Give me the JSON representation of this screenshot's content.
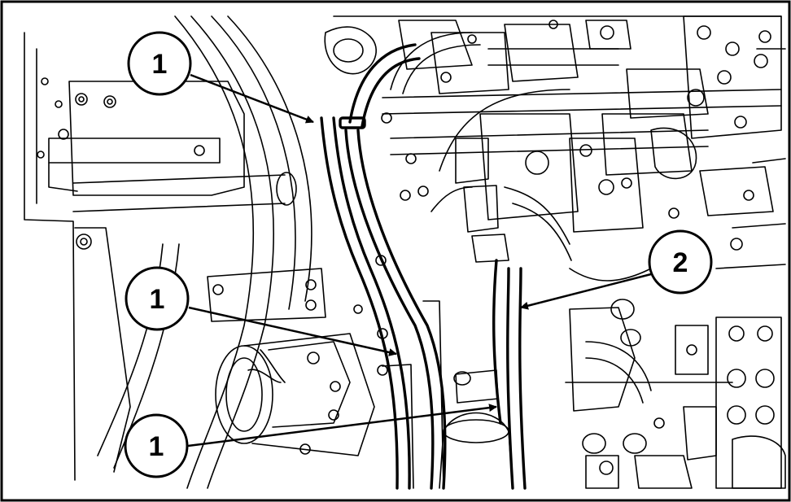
{
  "figure": {
    "callouts": [
      {
        "id": "callout-top-left",
        "label": "1"
      },
      {
        "id": "callout-middle-left",
        "label": "1"
      },
      {
        "id": "callout-bottom-left",
        "label": "1"
      },
      {
        "id": "callout-right",
        "label": "2"
      }
    ]
  }
}
